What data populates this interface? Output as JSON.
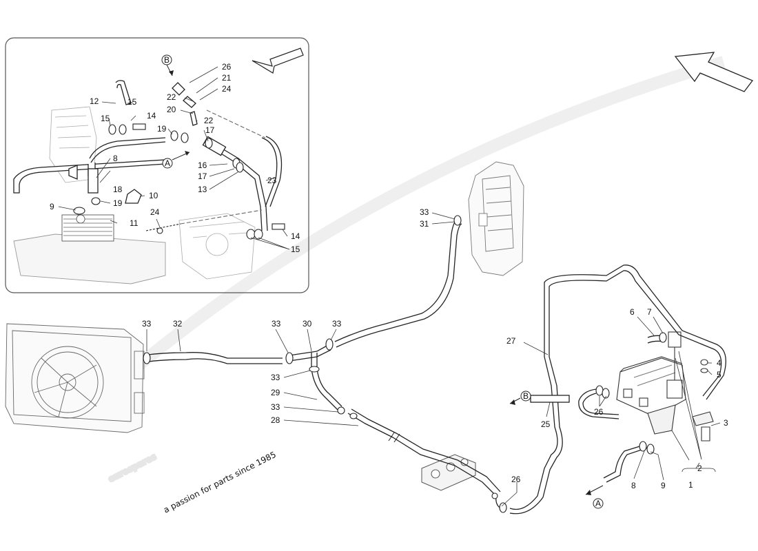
{
  "watermark": {
    "brand": "eurospares",
    "tagline": "a passion for parts since 1985"
  },
  "inset": {
    "callouts": [
      "26",
      "21",
      "24",
      "22",
      "20",
      "22",
      "12",
      "15",
      "14",
      "15",
      "19",
      "17",
      "16",
      "17",
      "13",
      "23",
      "8",
      "18",
      "19",
      "10",
      "9",
      "11",
      "24",
      "14",
      "15"
    ],
    "marker_a": "A",
    "marker_b": "B"
  },
  "main": {
    "callouts": [
      "33",
      "31",
      "33",
      "32",
      "33",
      "30",
      "33",
      "33",
      "29",
      "33",
      "28",
      "6",
      "7",
      "27",
      "4",
      "5",
      "3",
      "26",
      "25",
      "26",
      "8",
      "9",
      "2",
      "1"
    ],
    "marker_a": "A",
    "marker_b": "B"
  }
}
